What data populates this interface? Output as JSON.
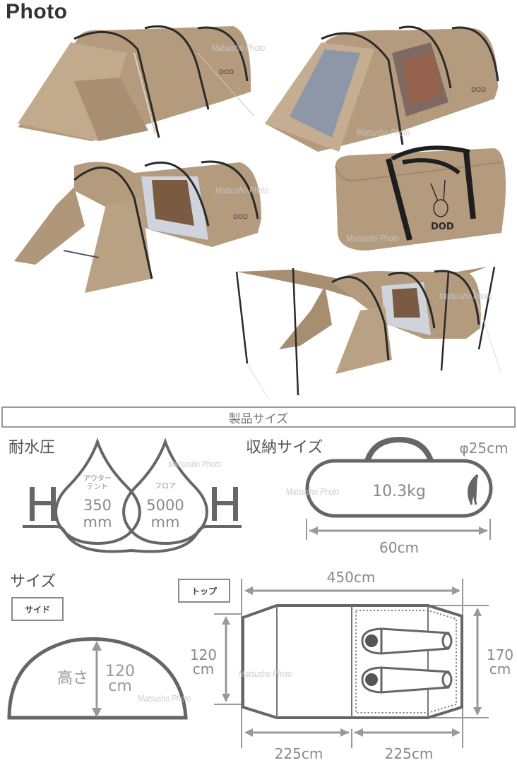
{
  "header": {
    "title": "Photo"
  },
  "photos": [
    {
      "id": "tent-closed",
      "description": "Tan tunnel tent, doors closed"
    },
    {
      "id": "tent-mesh-windows",
      "description": "Tan tunnel tent with mesh windows open"
    },
    {
      "id": "tent-doors-open",
      "description": "Tan tunnel tent with front doors rolled open"
    },
    {
      "id": "carry-bag",
      "description": "Tan duffel carry bag with black straps and rabbit logo",
      "logo_text": "DOD"
    },
    {
      "id": "tent-tarp-poles",
      "description": "Tent with front panels raised as awning on poles"
    }
  ],
  "watermark": "Matsusho Photo",
  "section": {
    "title": "製品サイズ"
  },
  "water_resistance": {
    "heading": "耐水圧",
    "h_left": "H",
    "h_right": "H",
    "outer_tent": {
      "label_line1": "アウター",
      "label_line2": "テント",
      "value": "350",
      "unit": "mm"
    },
    "floor": {
      "label": "フロア",
      "value": "5000",
      "unit": "mm"
    }
  },
  "storage": {
    "heading": "収納サイズ",
    "diameter": "φ25cm",
    "weight": "10.3kg",
    "length": "60cm"
  },
  "size": {
    "heading": "サイズ",
    "side": {
      "label": "サイド",
      "height_label": "高さ",
      "height_value": "120",
      "height_unit": "cm"
    },
    "top": {
      "label": "トップ",
      "total_length": "450cm",
      "front_width_value": "120",
      "front_width_unit": "cm",
      "rear_width_value": "170",
      "rear_width_unit": "cm",
      "front_section_length": "225cm",
      "rear_section_length": "225cm"
    }
  },
  "colors": {
    "tent_tan": "#b49b7e",
    "tent_shadow": "#9c8366",
    "pole_black": "#2a2a2a",
    "diagram_gray": "#666666",
    "dimension_gray": "#8a8a8a",
    "title_dark": "#333333"
  }
}
